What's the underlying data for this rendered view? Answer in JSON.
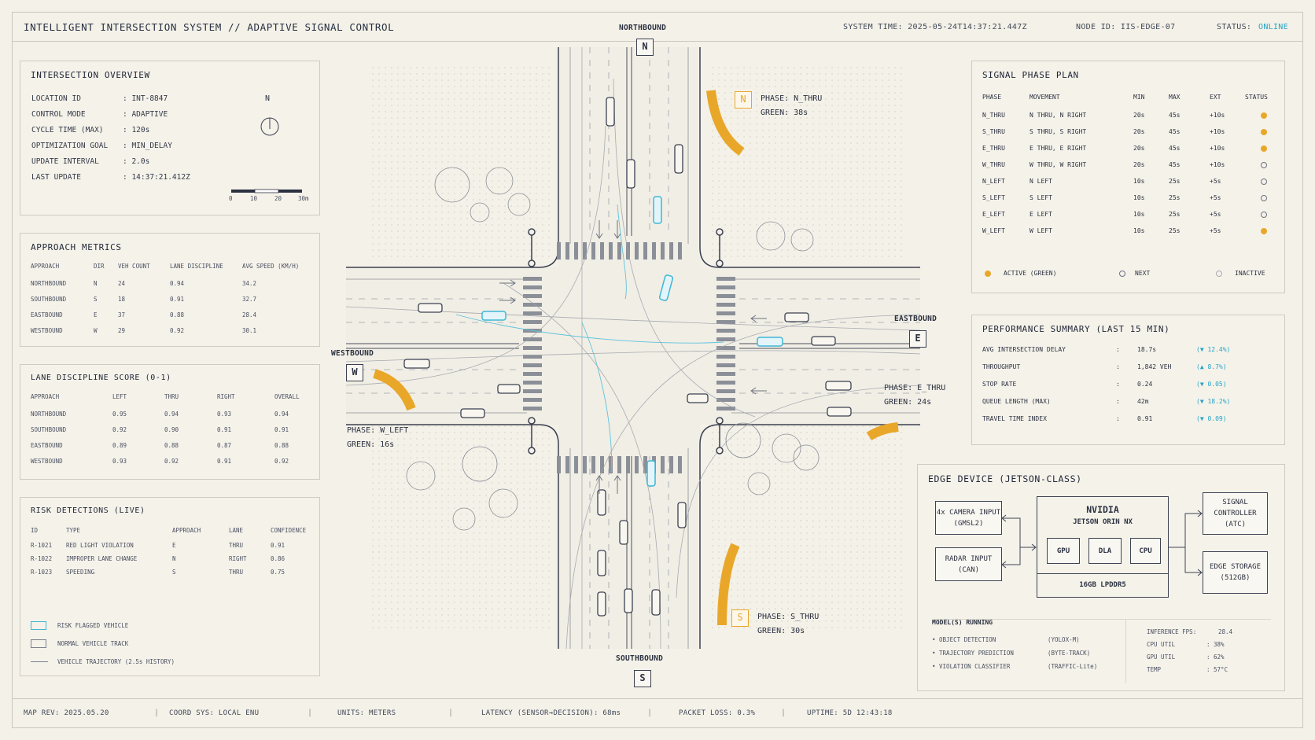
{
  "header": {
    "title": "INTELLIGENT INTERSECTION SYSTEM // ADAPTIVE SIGNAL CONTROL",
    "system_time": "SYSTEM TIME: 2025-05-24T14:37:21.447Z",
    "node_id": "NODE ID: IIS-EDGE-07",
    "status_label": "STATUS:",
    "status_value": "ONLINE"
  },
  "overview": {
    "title": "INTERSECTION OVERVIEW",
    "rows": [
      {
        "k": "LOCATION ID",
        "v": ": INT-8847"
      },
      {
        "k": "CONTROL MODE",
        "v": ": ADAPTIVE"
      },
      {
        "k": "CYCLE TIME (MAX)",
        "v": ": 120s"
      },
      {
        "k": "OPTIMIZATION GOAL",
        "v": ": MIN_DELAY"
      },
      {
        "k": "UPDATE INTERVAL",
        "v": ": 2.0s"
      },
      {
        "k": "LAST UPDATE",
        "v": ": 14:37:21.412Z"
      }
    ],
    "north": "N",
    "scale": [
      "0",
      "10",
      "20",
      "30m"
    ]
  },
  "approach": {
    "title": "APPROACH METRICS",
    "headers": [
      "APPROACH",
      "DIR",
      "VEH COUNT",
      "LANE DISCIPLINE",
      "AVG SPEED (KM/H)"
    ],
    "rows": [
      [
        "NORTHBOUND",
        "N",
        "24",
        "0.94",
        "34.2"
      ],
      [
        "SOUTHBOUND",
        "S",
        "18",
        "0.91",
        "32.7"
      ],
      [
        "EASTBOUND",
        "E",
        "37",
        "0.88",
        "28.4"
      ],
      [
        "WESTBOUND",
        "W",
        "29",
        "0.92",
        "30.1"
      ]
    ]
  },
  "discipline": {
    "title": "LANE DISCIPLINE SCORE (0-1)",
    "headers": [
      "APPROACH",
      "LEFT",
      "THRU",
      "RIGHT",
      "OVERALL"
    ],
    "rows": [
      [
        "NORTHBOUND",
        "0.95",
        "0.94",
        "0.93",
        "0.94"
      ],
      [
        "SOUTHBOUND",
        "0.92",
        "0.90",
        "0.91",
        "0.91"
      ],
      [
        "EASTBOUND",
        "0.89",
        "0.88",
        "0.87",
        "0.88"
      ],
      [
        "WESTBOUND",
        "0.93",
        "0.92",
        "0.91",
        "0.92"
      ]
    ]
  },
  "risk": {
    "title": "RISK DETECTIONS (LIVE)",
    "headers": [
      "ID",
      "TYPE",
      "APPROACH",
      "LANE",
      "CONFIDENCE"
    ],
    "rows": [
      [
        "R-1021",
        "RED LIGHT VIOLATION",
        "E",
        "THRU",
        "0.91"
      ],
      [
        "R-1022",
        "IMPROPER LANE CHANGE",
        "N",
        "RIGHT",
        "0.86"
      ],
      [
        "R-1023",
        "SPEEDING",
        "S",
        "THRU",
        "0.75"
      ]
    ],
    "legend": [
      "RISK FLAGGED VEHICLE",
      "NORMAL VEHICLE TRACK",
      "VEHICLE TRAJECTORY (2.5s HISTORY)"
    ]
  },
  "map": {
    "northbound": "NORTHBOUND",
    "southbound": "SOUTHBOUND",
    "eastbound": "EASTBOUND",
    "westbound": "WESTBOUND",
    "n": "N",
    "s": "S",
    "e": "E",
    "w": "W",
    "phase_n": "PHASE: N_THRU",
    "green_n": "GREEN: 38s",
    "phase_s": "PHASE: S_THRU",
    "green_s": "GREEN: 30s",
    "phase_e": "PHASE: E_THRU",
    "green_e": "GREEN: 24s",
    "phase_w": "PHASE: W_LEFT",
    "green_w": "GREEN: 16s"
  },
  "plan": {
    "title": "SIGNAL PHASE PLAN",
    "headers": [
      "PHASE",
      "MOVEMENT",
      "MIN",
      "MAX",
      "EXT",
      "STATUS"
    ],
    "rows": [
      {
        "c": [
          "N_THRU",
          "N THRU, N RIGHT",
          "20s",
          "45s",
          "+10s"
        ],
        "status": "active"
      },
      {
        "c": [
          "S_THRU",
          "S THRU, S RIGHT",
          "20s",
          "45s",
          "+10s"
        ],
        "status": "active"
      },
      {
        "c": [
          "E_THRU",
          "E THRU, E RIGHT",
          "20s",
          "45s",
          "+10s"
        ],
        "status": "active"
      },
      {
        "c": [
          "W_THRU",
          "W THRU, W RIGHT",
          "20s",
          "45s",
          "+10s"
        ],
        "status": "next"
      },
      {
        "c": [
          "N_LEFT",
          "N LEFT",
          "10s",
          "25s",
          "+5s"
        ],
        "status": "next"
      },
      {
        "c": [
          "S_LEFT",
          "S LEFT",
          "10s",
          "25s",
          "+5s"
        ],
        "status": "next"
      },
      {
        "c": [
          "E_LEFT",
          "E LEFT",
          "10s",
          "25s",
          "+5s"
        ],
        "status": "next"
      },
      {
        "c": [
          "W_LEFT",
          "W LEFT",
          "10s",
          "25s",
          "+5s"
        ],
        "status": "active"
      }
    ],
    "legend": [
      "ACTIVE (GREEN)",
      "NEXT",
      "INACTIVE"
    ]
  },
  "perf": {
    "title": "PERFORMANCE SUMMARY (LAST 15 MIN)",
    "rows": [
      {
        "k": "AVG INTERSECTION DELAY",
        "v": "18.7s",
        "d": "(▼ 12.4%)"
      },
      {
        "k": "THROUGHPUT",
        "v": "1,842 VEH",
        "d": "(▲ 8.7%)"
      },
      {
        "k": "STOP RATE",
        "v": "0.24",
        "d": "(▼ 0.05)"
      },
      {
        "k": "QUEUE LENGTH (MAX)",
        "v": "42m",
        "d": "(▼ 18.2%)"
      },
      {
        "k": "TRAVEL TIME INDEX",
        "v": "0.91",
        "d": "(▼ 0.09)"
      }
    ]
  },
  "edge": {
    "title": "EDGE DEVICE (JETSON-CLASS)",
    "camera": "4x CAMERA INPUT (GMSL2)",
    "radar": "RADAR INPUT (CAN)",
    "nvidia": "NVIDIA",
    "orin": "JETSON ORIN NX",
    "gpu": "GPU",
    "dla": "DLA",
    "cpu": "CPU",
    "mem": "16GB LPDDR5",
    "signal": "SIGNAL CONTROLLER (ATC)",
    "storage": "EDGE STORAGE (512GB)",
    "models_title": "MODEL(S) RUNNING",
    "models": [
      {
        "n": "• OBJECT DETECTION",
        "m": "(YOLOX-M)"
      },
      {
        "n": "• TRAJECTORY PREDICTION",
        "m": "(BYTE-TRACK)"
      },
      {
        "n": "• VIOLATION CLASSIFIER",
        "m": "(TRAFFIC-Lite)"
      }
    ],
    "stats": [
      {
        "k": "INFERENCE FPS:",
        "v": "28.4"
      },
      {
        "k": "CPU UTIL",
        "v": ":   38%"
      },
      {
        "k": "GPU UTIL",
        "v": ":   62%"
      },
      {
        "k": "TEMP",
        "v": ":   57°C"
      }
    ]
  },
  "footer": {
    "items": [
      "MAP REV: 2025.05.20",
      "COORD SYS: LOCAL ENU",
      "UNITS: METERS",
      "LATENCY (SENSOR→DECISION): 68ms",
      "PACKET LOSS: 0.3%",
      "UPTIME: 5D 12:43:18"
    ]
  }
}
